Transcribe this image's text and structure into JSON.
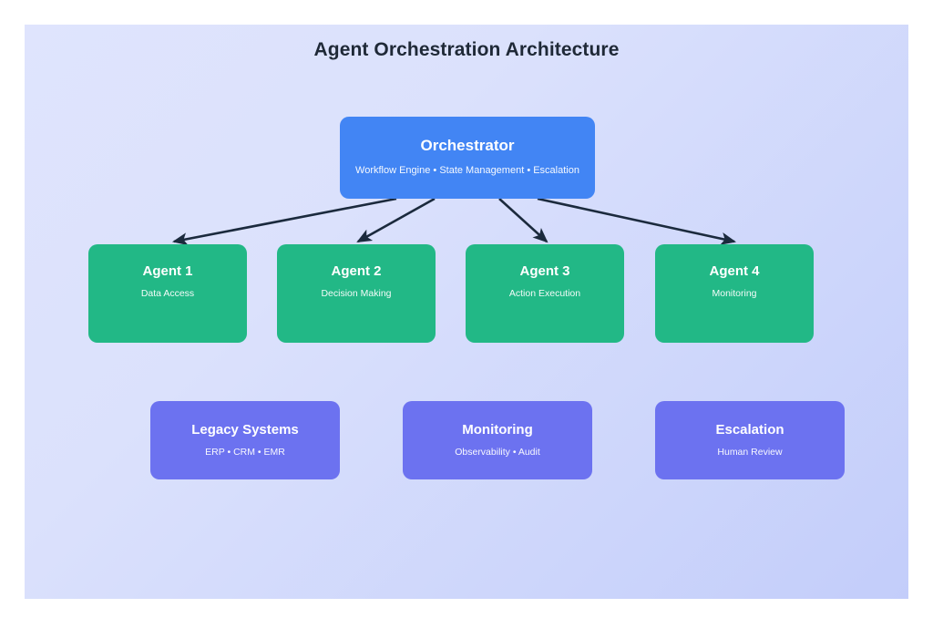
{
  "diagram": {
    "title": "Agent Orchestration Architecture",
    "background_gradient_from": "#dfe4fd",
    "background_gradient_to": "#c3cdfa",
    "page_background": "#ffffff"
  },
  "colors": {
    "orchestrator": "#4285f4",
    "agent": "#22b886",
    "support": "#6c72f0",
    "connector": "#1b2a3d",
    "title_text": "#1f2937",
    "node_text": "#ffffff"
  },
  "orchestrator": {
    "title": "Orchestrator",
    "subtitle": "Workflow Engine • State Management • Escalation"
  },
  "agents": [
    {
      "title": "Agent 1",
      "subtitle": "Data Access"
    },
    {
      "title": "Agent 2",
      "subtitle": "Decision Making"
    },
    {
      "title": "Agent 3",
      "subtitle": "Action Execution"
    },
    {
      "title": "Agent 4",
      "subtitle": "Monitoring"
    }
  ],
  "support": [
    {
      "title": "Legacy Systems",
      "subtitle": "ERP • CRM • EMR"
    },
    {
      "title": "Monitoring",
      "subtitle": "Observability • Audit"
    },
    {
      "title": "Escalation",
      "subtitle": "Human Review"
    }
  ],
  "connections": [
    {
      "from": "Orchestrator",
      "to": "Agent 1",
      "style": "solid-arrow"
    },
    {
      "from": "Orchestrator",
      "to": "Agent 2",
      "style": "solid-arrow"
    },
    {
      "from": "Orchestrator",
      "to": "Agent 3",
      "style": "solid-arrow"
    },
    {
      "from": "Orchestrator",
      "to": "Agent 4",
      "style": "solid-arrow"
    }
  ]
}
